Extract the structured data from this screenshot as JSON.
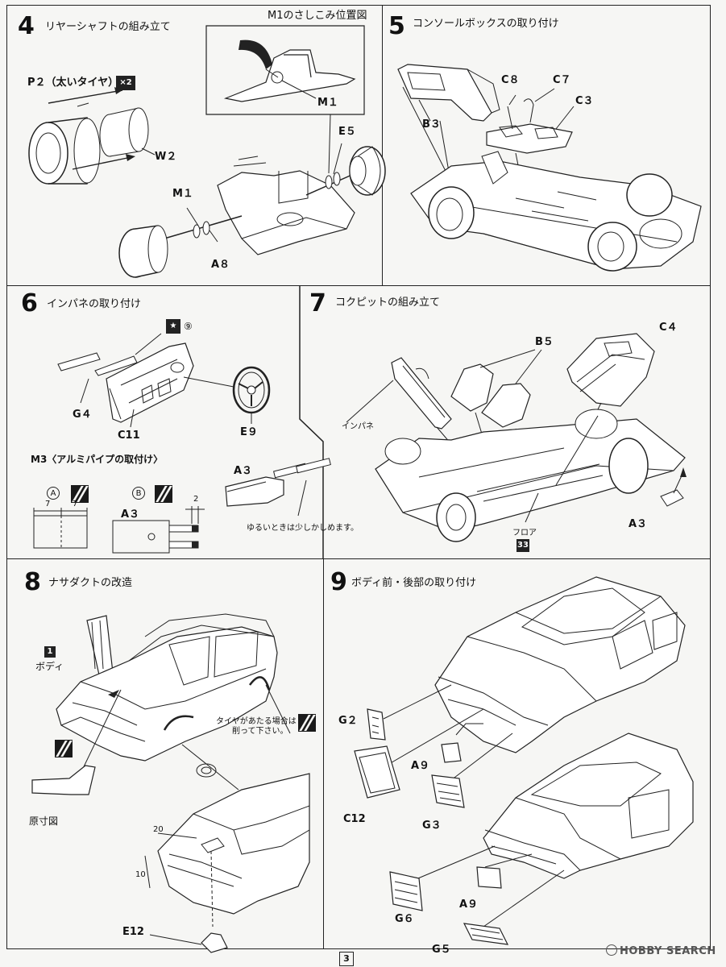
{
  "steps": {
    "s4": {
      "num": "4",
      "title": "リヤーシャフトの組み立て",
      "inset_title": "M1のさしこみ位置図",
      "labels": {
        "p2": "P２（太いタイヤ）",
        "qty": "×2",
        "w2": "W２",
        "m1_inset": "M１",
        "e5": "E５",
        "m1": "M１",
        "a8": "A８"
      }
    },
    "s5": {
      "num": "5",
      "title": "コンソールボックスの取り付け",
      "labels": {
        "c8": "C８",
        "c7": "C７",
        "c3": "C３",
        "b3": "B３"
      }
    },
    "s6": {
      "num": "6",
      "title": "インパネの取り付け",
      "labels": {
        "paint": "⑨",
        "g4": "G４",
        "c11": "C11",
        "e9": "E９",
        "a3": "A３"
      },
      "m3": {
        "title": "M3〈アルミパイプの取付け〉",
        "a": "A",
        "b": "B",
        "dim1": "7",
        "dim2": "7",
        "dim3": "2",
        "a3": "A３",
        "note": "ゆるいときは少しかしめます。"
      }
    },
    "s7": {
      "num": "7",
      "title": "コクピットの組み立て",
      "labels": {
        "c4": "C４",
        "b5": "B５",
        "inpane": "インパネ",
        "floor": "フロア",
        "floor_num": "33",
        "a3": "A３"
      }
    },
    "s8": {
      "num": "8",
      "title": "ナサダクトの改造",
      "labels": {
        "part_num": "1",
        "body": "ボディ",
        "note_line1": "タイヤがあたる場合は",
        "note_line2": "削って下さい。",
        "genzun": "原寸図",
        "dim20": "20",
        "dim10": "10",
        "e12": "E12"
      }
    },
    "s9": {
      "num": "9",
      "title": "ボディ前・後部の取り付け",
      "labels": {
        "g2": "G２",
        "a9": "A９",
        "c12": "C12",
        "g3": "G３",
        "g6": "G６",
        "a9b": "A９",
        "g5": "G５"
      }
    }
  },
  "footer": {
    "page": "3",
    "watermark": "HOBBY SEARCH"
  }
}
